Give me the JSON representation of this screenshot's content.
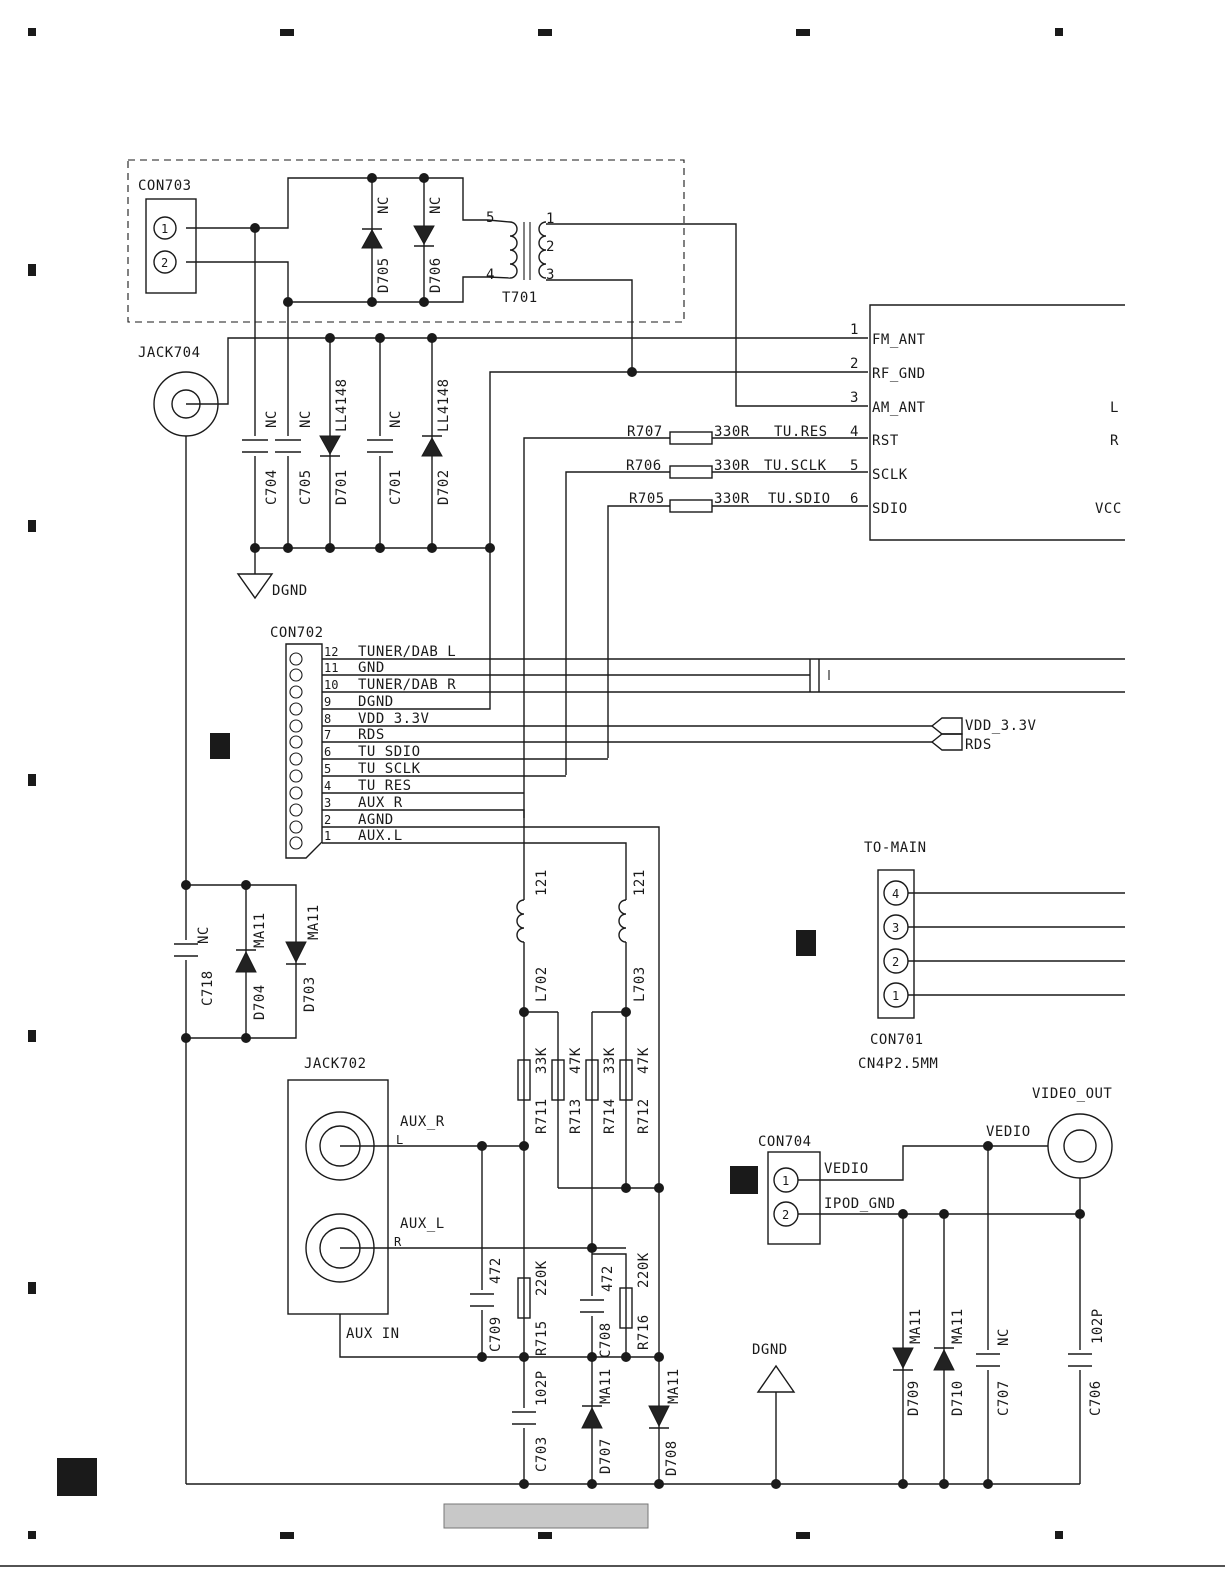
{
  "labels": {
    "con703": "CON703",
    "con702": "CON702",
    "con701": "CON701",
    "con701_type": "CN4P2.5MM",
    "con704": "CON704",
    "jack704": "JACK704",
    "jack702": "JACK702",
    "aux_in": "AUX IN",
    "to_main": "TO-MAIN",
    "video_out": "VIDEO_OUT",
    "vedio": "VEDIO",
    "ipod_gnd": "IPOD_GND",
    "dgnd": "DGND",
    "t701": "T701",
    "aux_r_net": "AUX_R",
    "aux_l_net": "AUX_L",
    "vdd_tag": "VDD_3.3V",
    "rds_tag": "RDS",
    "jack_l": "L",
    "jack_r": "R"
  },
  "module_pins": [
    {
      "num": "1",
      "name": "FM_ANT"
    },
    {
      "num": "2",
      "name": "RF_GND"
    },
    {
      "num": "3",
      "name": "AM_ANT"
    },
    {
      "num": "4",
      "name": "RST"
    },
    {
      "num": "5",
      "name": "SCLK"
    },
    {
      "num": "6",
      "name": "SDIO"
    }
  ],
  "module_right_labels": [
    "L",
    "R",
    "VCC"
  ],
  "tuner_resistors": [
    {
      "ref": "R707",
      "value": "330R",
      "net": "TU.RES"
    },
    {
      "ref": "R706",
      "value": "330R",
      "net": "TU.SCLK"
    },
    {
      "ref": "R705",
      "value": "330R",
      "net": "TU.SDIO"
    }
  ],
  "con702_pins": [
    {
      "num": "12",
      "name": "TUNER/DAB L"
    },
    {
      "num": "11",
      "name": "GND"
    },
    {
      "num": "10",
      "name": "TUNER/DAB R"
    },
    {
      "num": "9",
      "name": "DGND"
    },
    {
      "num": "8",
      "name": "VDD 3.3V"
    },
    {
      "num": "7",
      "name": "RDS"
    },
    {
      "num": "6",
      "name": "TU SDIO"
    },
    {
      "num": "5",
      "name": "TU SCLK"
    },
    {
      "num": "4",
      "name": "TU RES"
    },
    {
      "num": "3",
      "name": "AUX R"
    },
    {
      "num": "2",
      "name": "AGND"
    },
    {
      "num": "1",
      "name": "AUX.L"
    }
  ],
  "con701_pins": [
    "4",
    "3",
    "2",
    "1"
  ],
  "con703_pins": [
    "1",
    "2"
  ],
  "con704_pins": [
    "1",
    "2"
  ],
  "transformer_pins": [
    "5",
    "4",
    "1",
    "2",
    "3"
  ],
  "components": {
    "D705": {
      "ref": "D705",
      "value": "NC"
    },
    "D706": {
      "ref": "D706",
      "value": "NC"
    },
    "C704": {
      "ref": "C704",
      "value": "NC"
    },
    "C705": {
      "ref": "C705",
      "value": "NC"
    },
    "D701": {
      "ref": "D701",
      "value": "LL4148"
    },
    "C701": {
      "ref": "C701",
      "value": "NC"
    },
    "D702": {
      "ref": "D702",
      "value": "LL4148"
    },
    "C718": {
      "ref": "C718",
      "value": "NC"
    },
    "D704": {
      "ref": "D704",
      "value": "MA11"
    },
    "D703": {
      "ref": "D703",
      "value": "MA11"
    },
    "L702": {
      "ref": "L702",
      "value": "121"
    },
    "L703": {
      "ref": "L703",
      "value": "121"
    },
    "R711": {
      "ref": "R711",
      "value": "33K"
    },
    "R713": {
      "ref": "R713",
      "value": "47K"
    },
    "R714": {
      "ref": "R714",
      "value": "33K"
    },
    "R712": {
      "ref": "R712",
      "value": "47K"
    },
    "C709": {
      "ref": "C709",
      "value": "472"
    },
    "R715": {
      "ref": "R715",
      "value": "220K"
    },
    "C708": {
      "ref": "C708",
      "value": "472"
    },
    "R716": {
      "ref": "R716",
      "value": "220K"
    },
    "C703": {
      "ref": "C703",
      "value": "102P"
    },
    "D707": {
      "ref": "D707",
      "value": "MA11"
    },
    "D708": {
      "ref": "D708",
      "value": "MA11"
    },
    "D709": {
      "ref": "D709",
      "value": "MA11"
    },
    "D710": {
      "ref": "D710",
      "value": "MA11"
    },
    "C707": {
      "ref": "C707",
      "value": "NC"
    },
    "C706": {
      "ref": "C706",
      "value": "102P"
    }
  }
}
